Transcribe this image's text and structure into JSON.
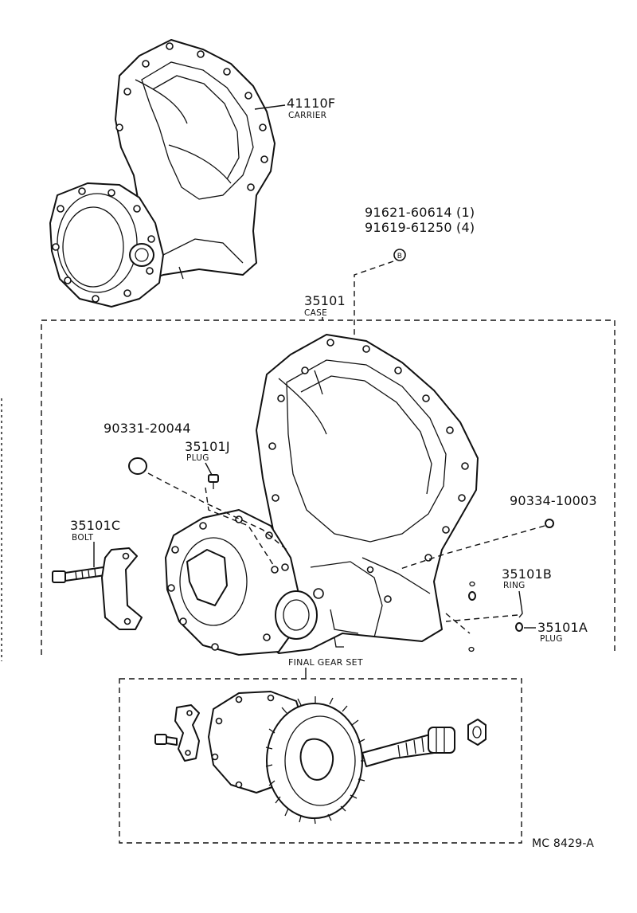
{
  "labels": {
    "carrier_no": "41110F",
    "carrier_name": "CARRIER",
    "bolts_line1": "91621-60614 (1)",
    "bolts_line2": "91619-61250 (4)",
    "case_no": "35101",
    "case_name": "CASE",
    "plug_cap_no": "90331-20044",
    "plug_j_no": "35101J",
    "plug_j_name": "PLUG",
    "nut_no": "90334-10003",
    "bolt_no": "35101C",
    "bolt_name": "BOLT",
    "ring_no": "35101B",
    "ring_name": "RING",
    "plug_a_no": "35101A",
    "plug_a_name": "PLUG",
    "gear_set_name": "FINAL GEAR SET",
    "drawing_no": "MC 8429-A",
    "bolt_marker": "B"
  },
  "colors": {
    "ink": "#111111",
    "paper": "#ffffff"
  },
  "icons": [
    "carrier-housing-icon",
    "transaxle-case-icon",
    "final-gear-icon",
    "bolt-icon",
    "cap-icon",
    "bracket-icon"
  ]
}
